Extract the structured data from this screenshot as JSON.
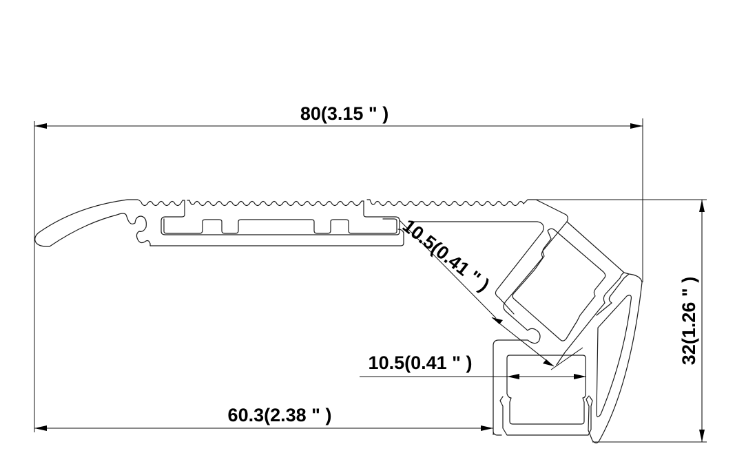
{
  "drawing": {
    "type": "aluminium LED stair-nosing profile cross-section",
    "line_color": "#1a1a1a",
    "background": "#ffffff"
  },
  "dimensions": {
    "overall_width": {
      "label": "80(3.15 \" )",
      "value_mm": 80,
      "value_in": 3.15,
      "orientation": "horizontal"
    },
    "overall_height": {
      "label": "32(1.26 \" )",
      "value_mm": 32,
      "value_in": 1.26,
      "orientation": "vertical"
    },
    "diagonal_channel_width": {
      "label": "10.5(0.41 \" )",
      "value_mm": 10.5,
      "value_in": 0.41,
      "orientation": "diagonal"
    },
    "bottom_channel_width": {
      "label": "10.5(0.41 \" )",
      "value_mm": 10.5,
      "value_in": 0.41,
      "orientation": "horizontal"
    },
    "offset_to_bottom_channel": {
      "label": "60.3(2.38 \" )",
      "value_mm": 60.3,
      "value_in": 2.38,
      "orientation": "horizontal"
    }
  }
}
